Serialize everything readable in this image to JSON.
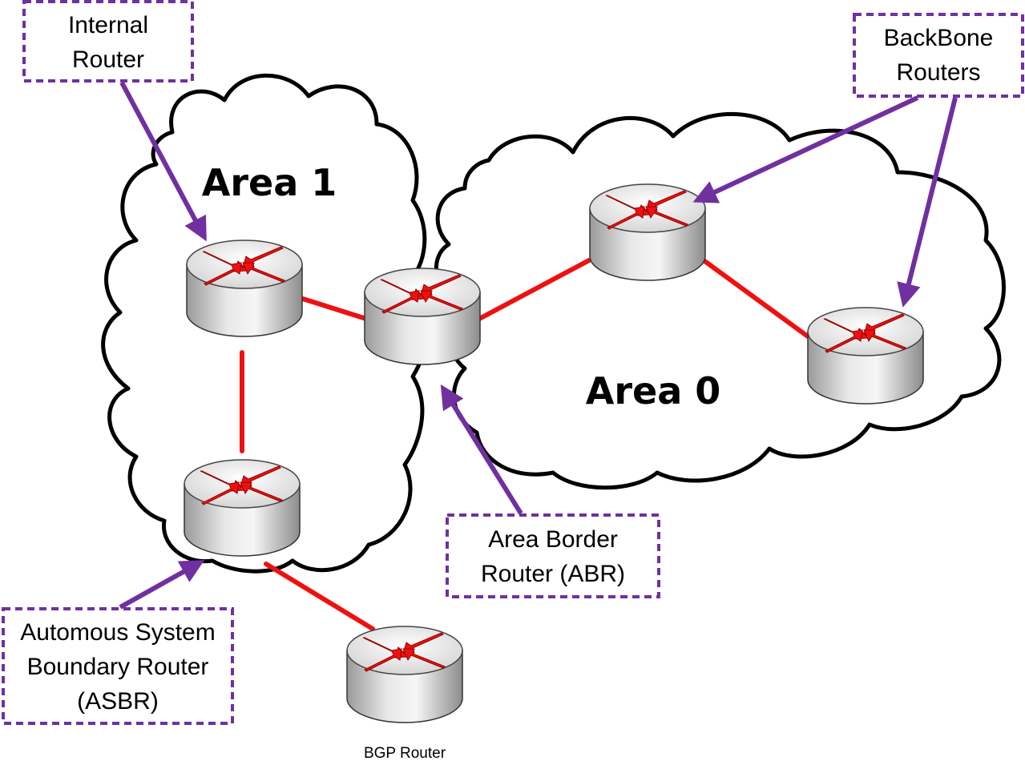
{
  "areas": {
    "area1": "Area 1",
    "area0": "Area 0"
  },
  "callouts": {
    "internal_router": {
      "line1": "Internal",
      "line2": "Router"
    },
    "backbone_routers": {
      "line1": "BackBone",
      "line2": "Routers"
    },
    "abr": {
      "line1": "Area Border",
      "line2": "Router (ABR)"
    },
    "asbr": {
      "line1": "Automous System",
      "line2": "Boundary Router",
      "line3": "(ASBR)"
    }
  },
  "labels": {
    "bgp_router": "BGP Router"
  },
  "colors": {
    "link": "#ee1111",
    "callout": "#7030a0",
    "router_arrow": "#ee1111",
    "cloud_outline": "#000000"
  },
  "icons": {
    "router": "router-icon"
  }
}
